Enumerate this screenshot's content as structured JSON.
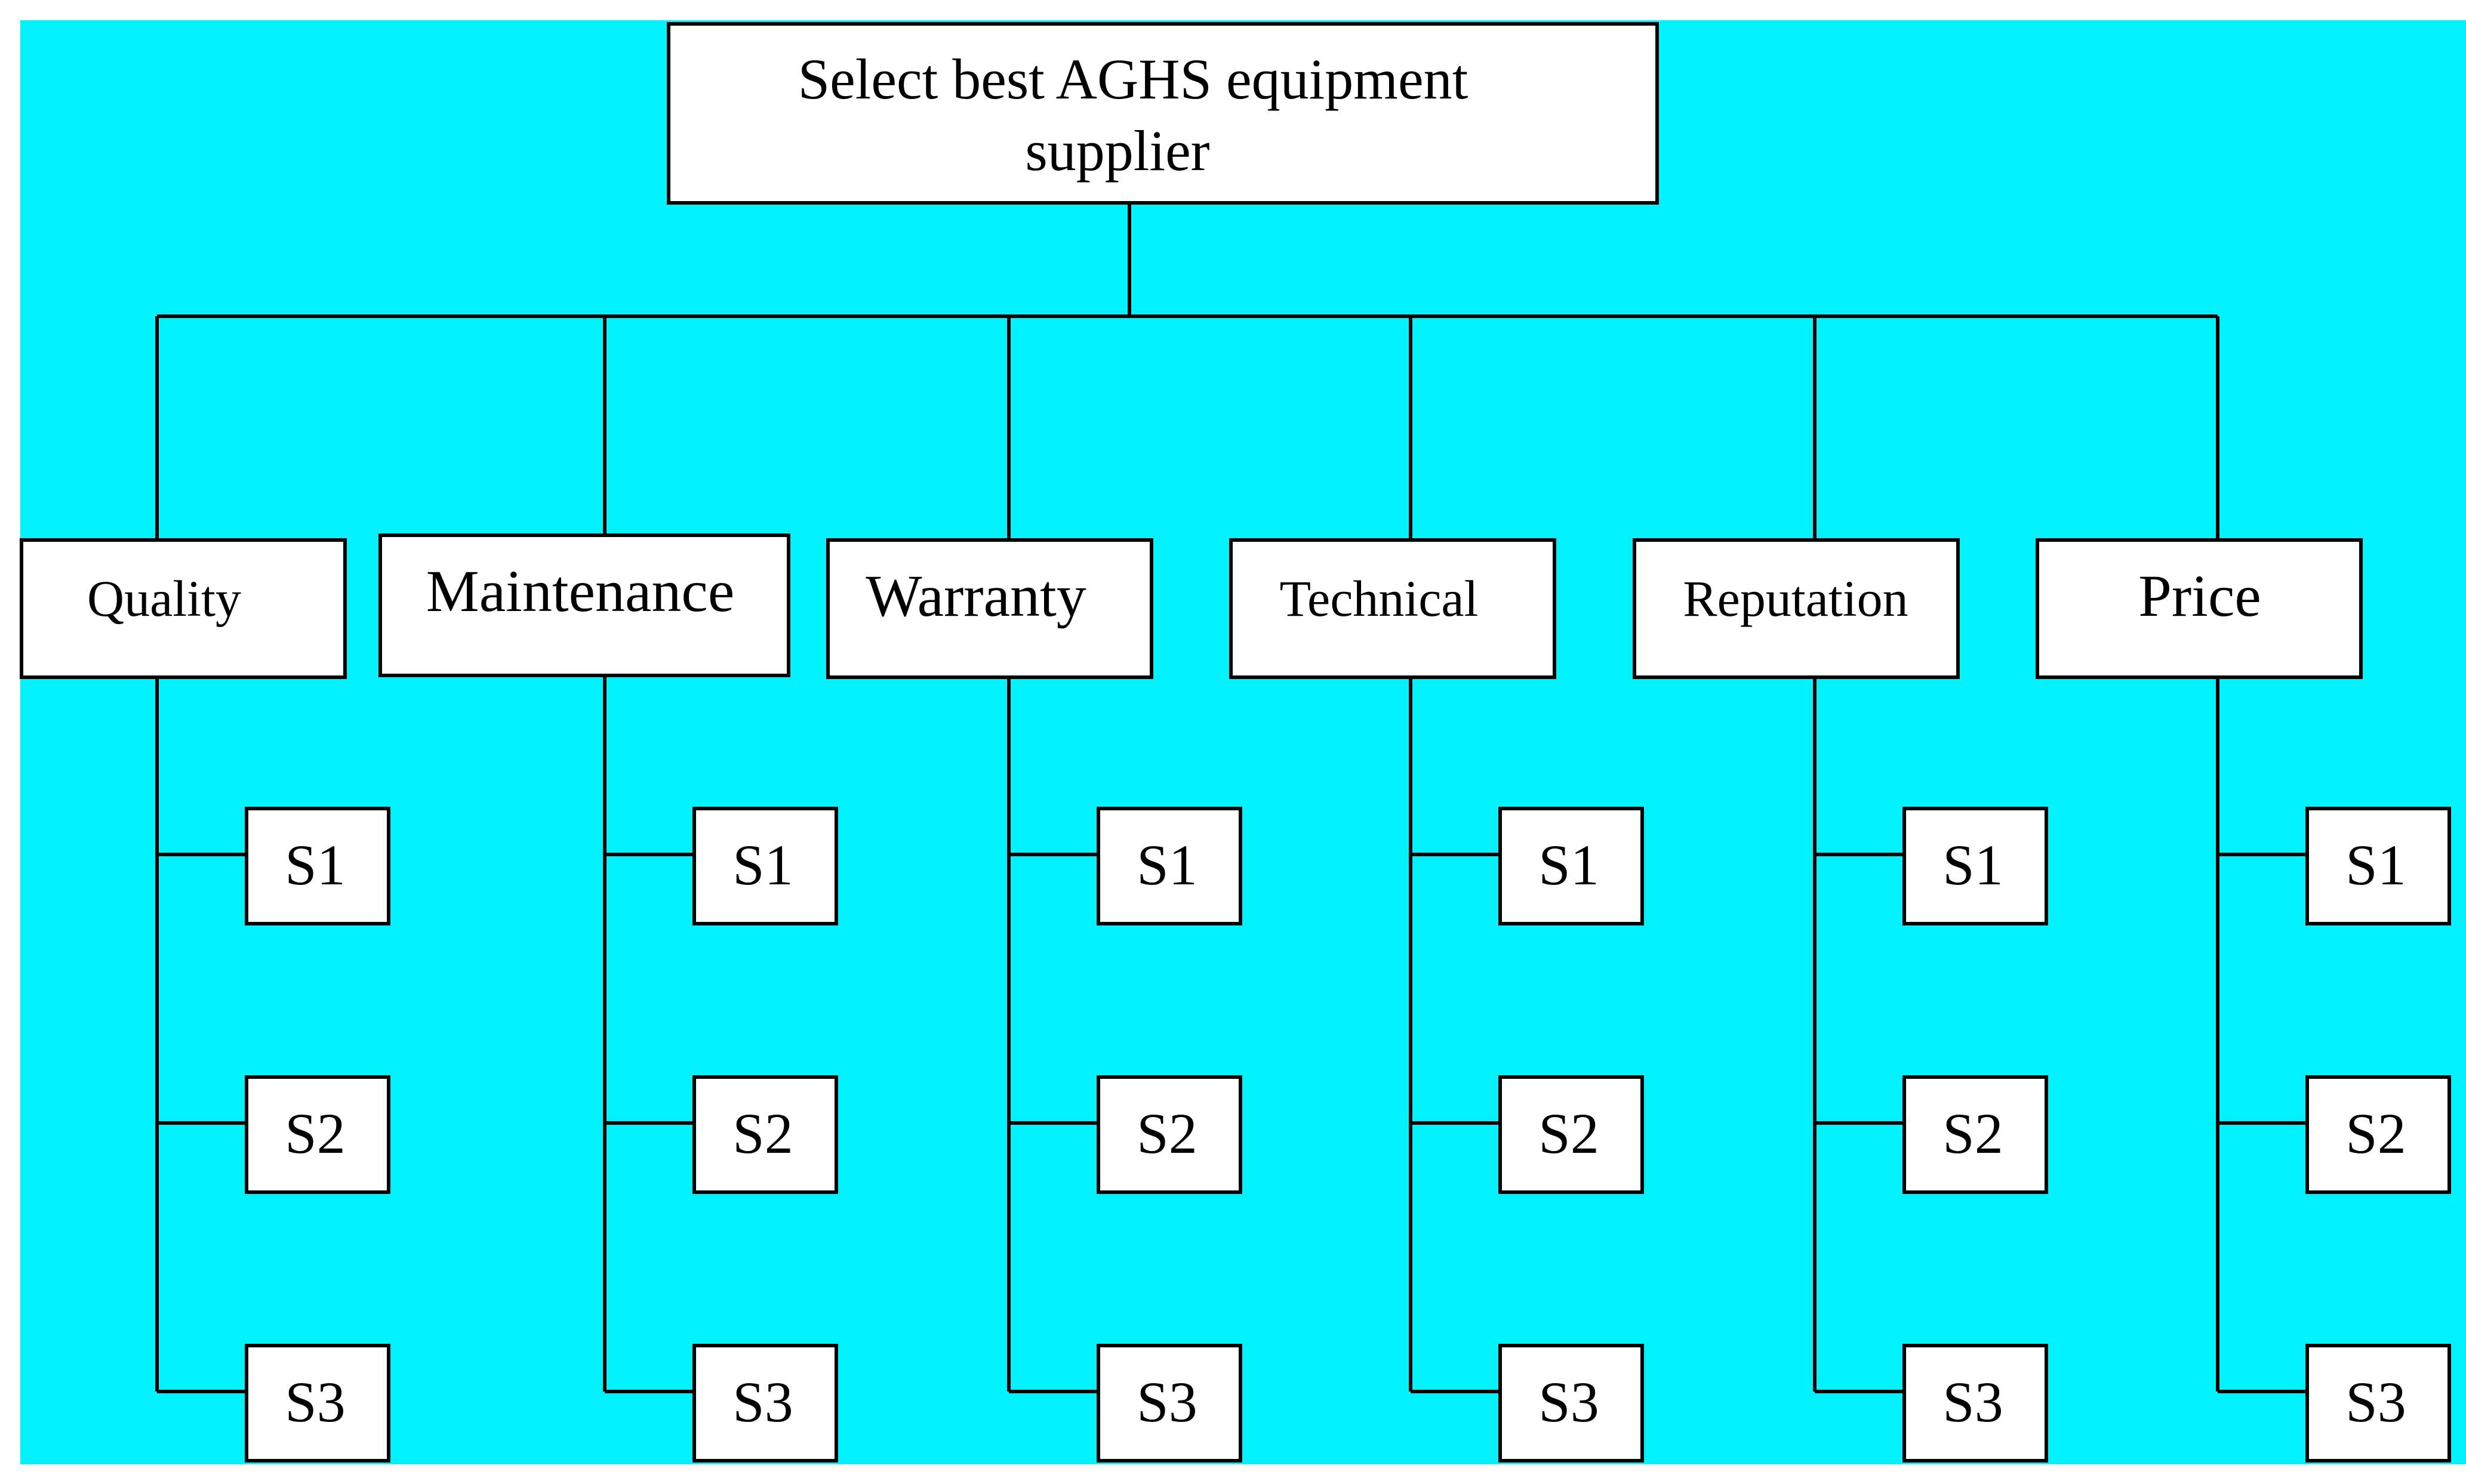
{
  "goal": {
    "line1": "Select best AGHS equipment",
    "line2": "supplier"
  },
  "criteria": [
    {
      "label": "Quality"
    },
    {
      "label": "Maintenance"
    },
    {
      "label": "Warranty"
    },
    {
      "label": "Technical"
    },
    {
      "label": "Reputation"
    },
    {
      "label": "Price"
    }
  ],
  "alternatives": [
    "S1",
    "S2",
    "S3"
  ],
  "colors": {
    "background": "#00f2fc",
    "box_fill": "#ffffff",
    "line": "#000000"
  }
}
